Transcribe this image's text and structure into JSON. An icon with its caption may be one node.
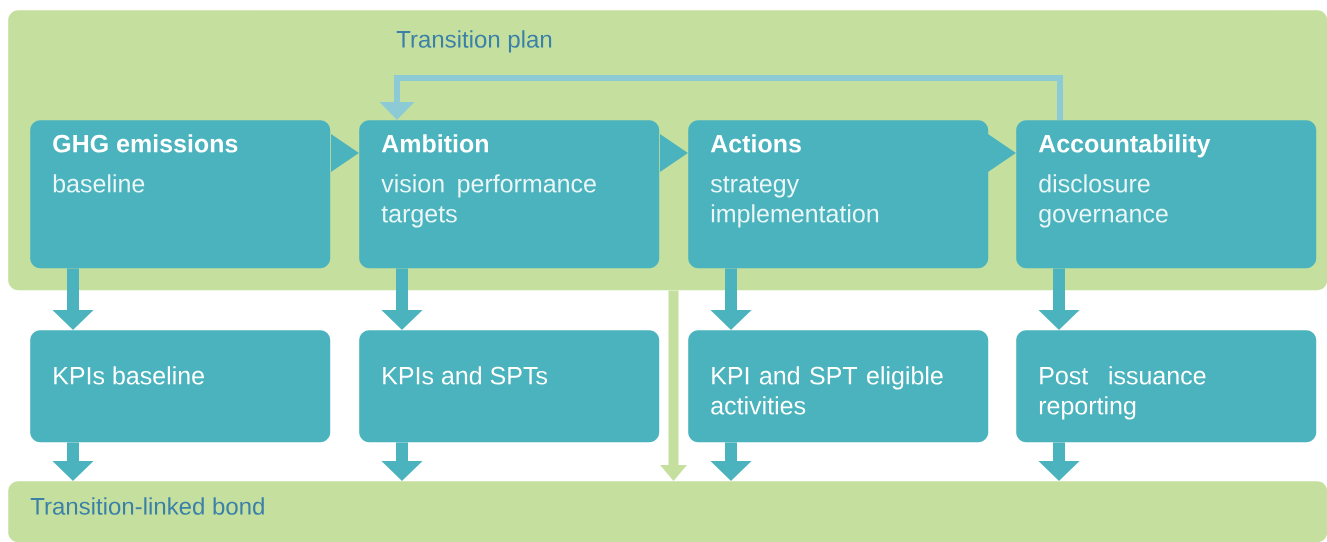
{
  "diagram": {
    "nodes": [
      {
        "text": [
          "Transition plan"
        ]
      },
      {
        "text": [
          "GHG emissions",
          "baseline"
        ],
        "in": 0
      },
      {
        "text": [
          "Ambition",
          "vision performance targets"
        ],
        "in": 0
      },
      {
        "text": [
          "Actions",
          "strategy implementation"
        ],
        "in": 0
      },
      {
        "text": [
          "Accountability",
          "disclosure governance"
        ],
        "in": 0
      },
      {
        "text": [
          "KPIs baseline"
        ]
      },
      {
        "text": [
          "KPIs and SPTs"
        ]
      },
      {
        "text": [
          "KPI and SPT eligible activities"
        ]
      },
      {
        "text": [
          "Post issuance reporting"
        ]
      },
      {
        "text": [
          "Transition-linked bond"
        ]
      }
    ],
    "edges": [
      {
        "from": 1,
        "to": 2,
        "arrow": "to"
      },
      {
        "from": 2,
        "to": 3,
        "arrow": "to"
      },
      {
        "from": 3,
        "to": 4,
        "arrow": "to"
      },
      {
        "from": 4,
        "to": 2,
        "arrow": "to",
        "color": "#8ccbd6"
      },
      {
        "from": 1,
        "to": 5,
        "arrow": "to"
      },
      {
        "from": 2,
        "to": 6,
        "arrow": "to"
      },
      {
        "from": 3,
        "to": 7,
        "arrow": "to"
      },
      {
        "from": 4,
        "to": 8,
        "arrow": "to"
      },
      {
        "from": 0,
        "to": 9,
        "arrow": "to",
        "color": "#c5e09e"
      },
      {
        "from": 5,
        "to": 9,
        "arrow": "to"
      },
      {
        "from": 6,
        "to": 9,
        "arrow": "to"
      },
      {
        "from": 7,
        "to": 9,
        "arrow": "to"
      },
      {
        "from": 8,
        "to": 9,
        "arrow": "to"
      }
    ]
  }
}
